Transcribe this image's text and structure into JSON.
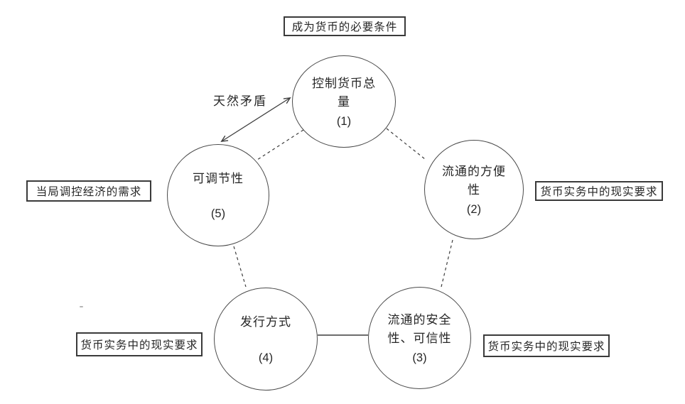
{
  "diagram": {
    "title": "成为货币的必要条件",
    "arrow_label": "天然矛盾",
    "nodes": [
      {
        "label": "控制货币总量",
        "number": "(1)"
      },
      {
        "label": "流通的方便性",
        "number": "(2)"
      },
      {
        "label": "流通的安全性、可信性",
        "number": "(3)"
      },
      {
        "label": "发行方式",
        "number": "(4)"
      },
      {
        "label": "可调节性",
        "number": "(5)"
      }
    ],
    "annotations": {
      "left": "当局调控经济的需求",
      "right": "货币实务中的现实要求",
      "bottom_left": "货币实务中的现实要求",
      "bottom_right": "货币实务中的现实要求"
    },
    "colors": {
      "line": "#3d3d3d",
      "text": "#262626",
      "background": "#ffffff"
    }
  }
}
